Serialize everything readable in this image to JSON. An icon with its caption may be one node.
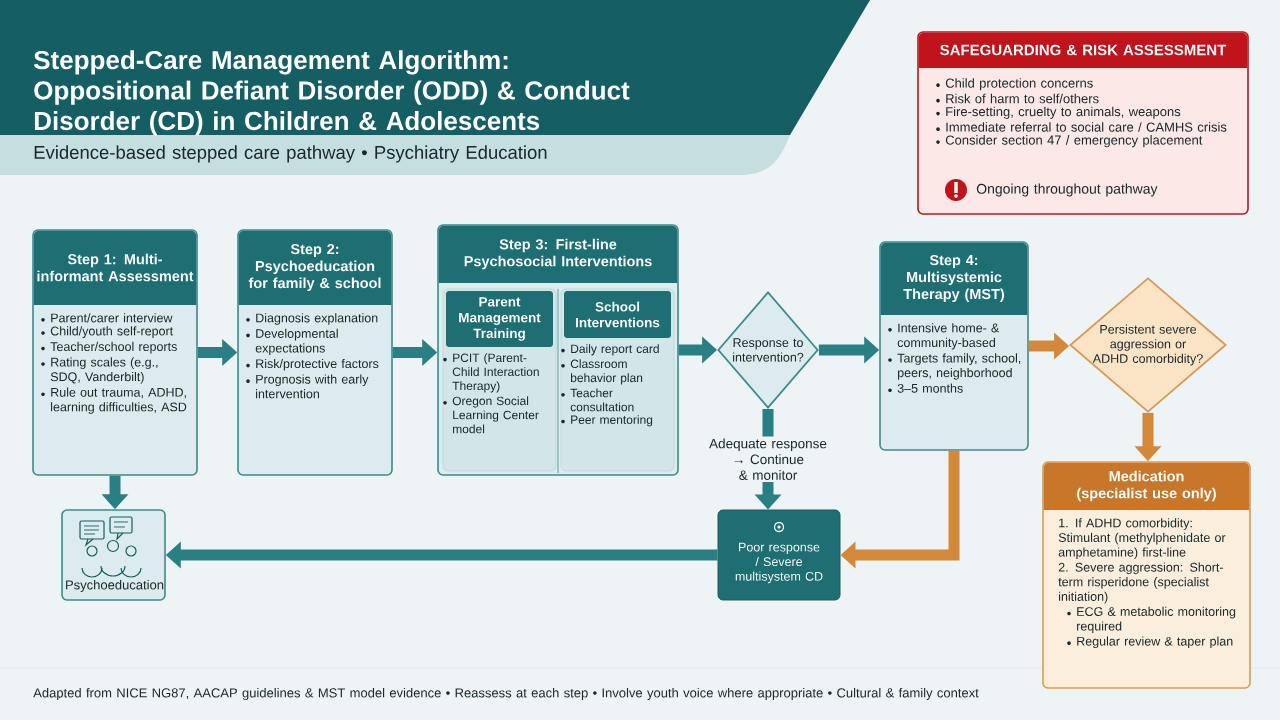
{
  "diagram": {
    "title": "Stepped-Care Management Algorithm: Oppositional Defiant Disorder (ODD) & Conduct Disorder (CD) in Children & Adolescents",
    "nodes": [
      {
        "text": [
          "Step 1: Multi-informant Assessment",
          "Parent/carer interview",
          "Child/youth self-report",
          "Teacher/school reports",
          "Rating scales (e.g., SDQ, Vanderbilt)",
          "Rule out trauma, ADHD, learning difficulties, ASD"
        ]
      },
      {
        "text": [
          "Step 2: Psychoeducation for family & school",
          "Diagnosis explanation",
          "Developmental expectations",
          "Risk/protective factors",
          "Prognosis with early intervention"
        ]
      },
      {
        "text": [
          "Step 3: First-line Psychosocial Interventions"
        ]
      },
      {
        "text": [
          "Parent Management Training",
          "PCIT (Parent-Child Interaction Therapy)",
          "Oregon Social Learning Center model"
        ],
        "in": 2
      },
      {
        "text": [
          "School Interventions",
          "Daily report card",
          "Classroom behavior plan",
          "Teacher consultation",
          "Peer mentoring"
        ],
        "in": 2
      },
      {
        "text": [
          "Response to intervention?"
        ]
      },
      {
        "text": [
          "Step 4: Multisystemic Therapy (MST)",
          "Intensive home- & community-based",
          "Targets family, school, peers, neighborhood",
          "3–5 months"
        ]
      },
      {
        "text": [
          "Persistent severe aggression or ADHD comorbidity?"
        ]
      },
      {
        "text": [
          "Medication (specialist use only)",
          "1. If ADHD comorbidity: Stimulant (methylphenidate or amphetamine) first-line",
          "2. Severe aggression: Short-term risperidone (specialist initiation)",
          "ECG & metabolic monitoring required",
          "Regular review & taper plan"
        ]
      },
      {
        "text": [
          "Poor response / Severe multisystem CD"
        ]
      },
      {
        "text": [
          "Psychoeducation"
        ]
      },
      {
        "text": [
          "SAFEGUARDING & RISK ASSESSMENT",
          "Child protection concerns",
          "Risk of harm to self/others",
          "Fire-setting, cruelty to animals, weapons",
          "Immediate referral to social care / CAMHS crisis",
          "Consider section 47 / emergency placement",
          "Ongoing throughout pathway"
        ]
      }
    ],
    "edges": [
      {
        "from": 0,
        "to": 1,
        "arrow": "to"
      },
      {
        "from": 1,
        "to": 2,
        "arrow": "to"
      },
      {
        "from": 2,
        "to": 5,
        "arrow": "to"
      },
      {
        "from": 5,
        "to": 6,
        "arrow": "to"
      },
      {
        "from": 6,
        "to": 7,
        "arrow": "to",
        "color": "#d4883a"
      },
      {
        "from": 7,
        "to": 8,
        "arrow": "to",
        "color": "#d4883a"
      },
      {
        "from": 5,
        "to": 9,
        "arrow": "to",
        "label": "Adequate response → Continue & monitor"
      },
      {
        "from": 6,
        "to": 9,
        "arrow": "to",
        "color": "#d4883a"
      },
      {
        "from": 9,
        "to": 10,
        "arrow": "to"
      },
      {
        "from": 0,
        "to": 10,
        "arrow": "to"
      }
    ],
    "labels": [
      "Evidence-based stepped care pathway • Psychiatry Education",
      "Adapted from NICE NG87, AACAP guidelines & MST model evidence • Reassess at each step • Involve youth voice where appropriate • Cultural & family context"
    ]
  }
}
